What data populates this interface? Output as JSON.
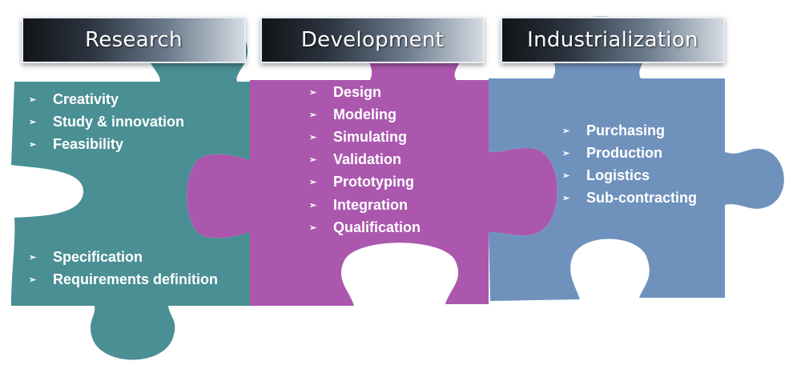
{
  "colors": {
    "research": "#4a8f93",
    "development": "#ab57ae",
    "industrialization": "#6f92bd"
  },
  "bullet_glyph": "➢",
  "phases": [
    {
      "title": "Research",
      "groups": [
        [
          "Creativity",
          "Study & innovation",
          "Feasibility"
        ],
        [
          "Specification",
          "Requirements definition"
        ]
      ]
    },
    {
      "title": "Development",
      "groups": [
        [
          "Design",
          "Modeling",
          "Simulating",
          "Validation",
          "Prototyping",
          "Integration",
          "Qualification"
        ]
      ]
    },
    {
      "title": "Industrialization",
      "groups": [
        [
          "Purchasing",
          "Production",
          "Logistics",
          "Sub-contracting"
        ]
      ]
    }
  ]
}
